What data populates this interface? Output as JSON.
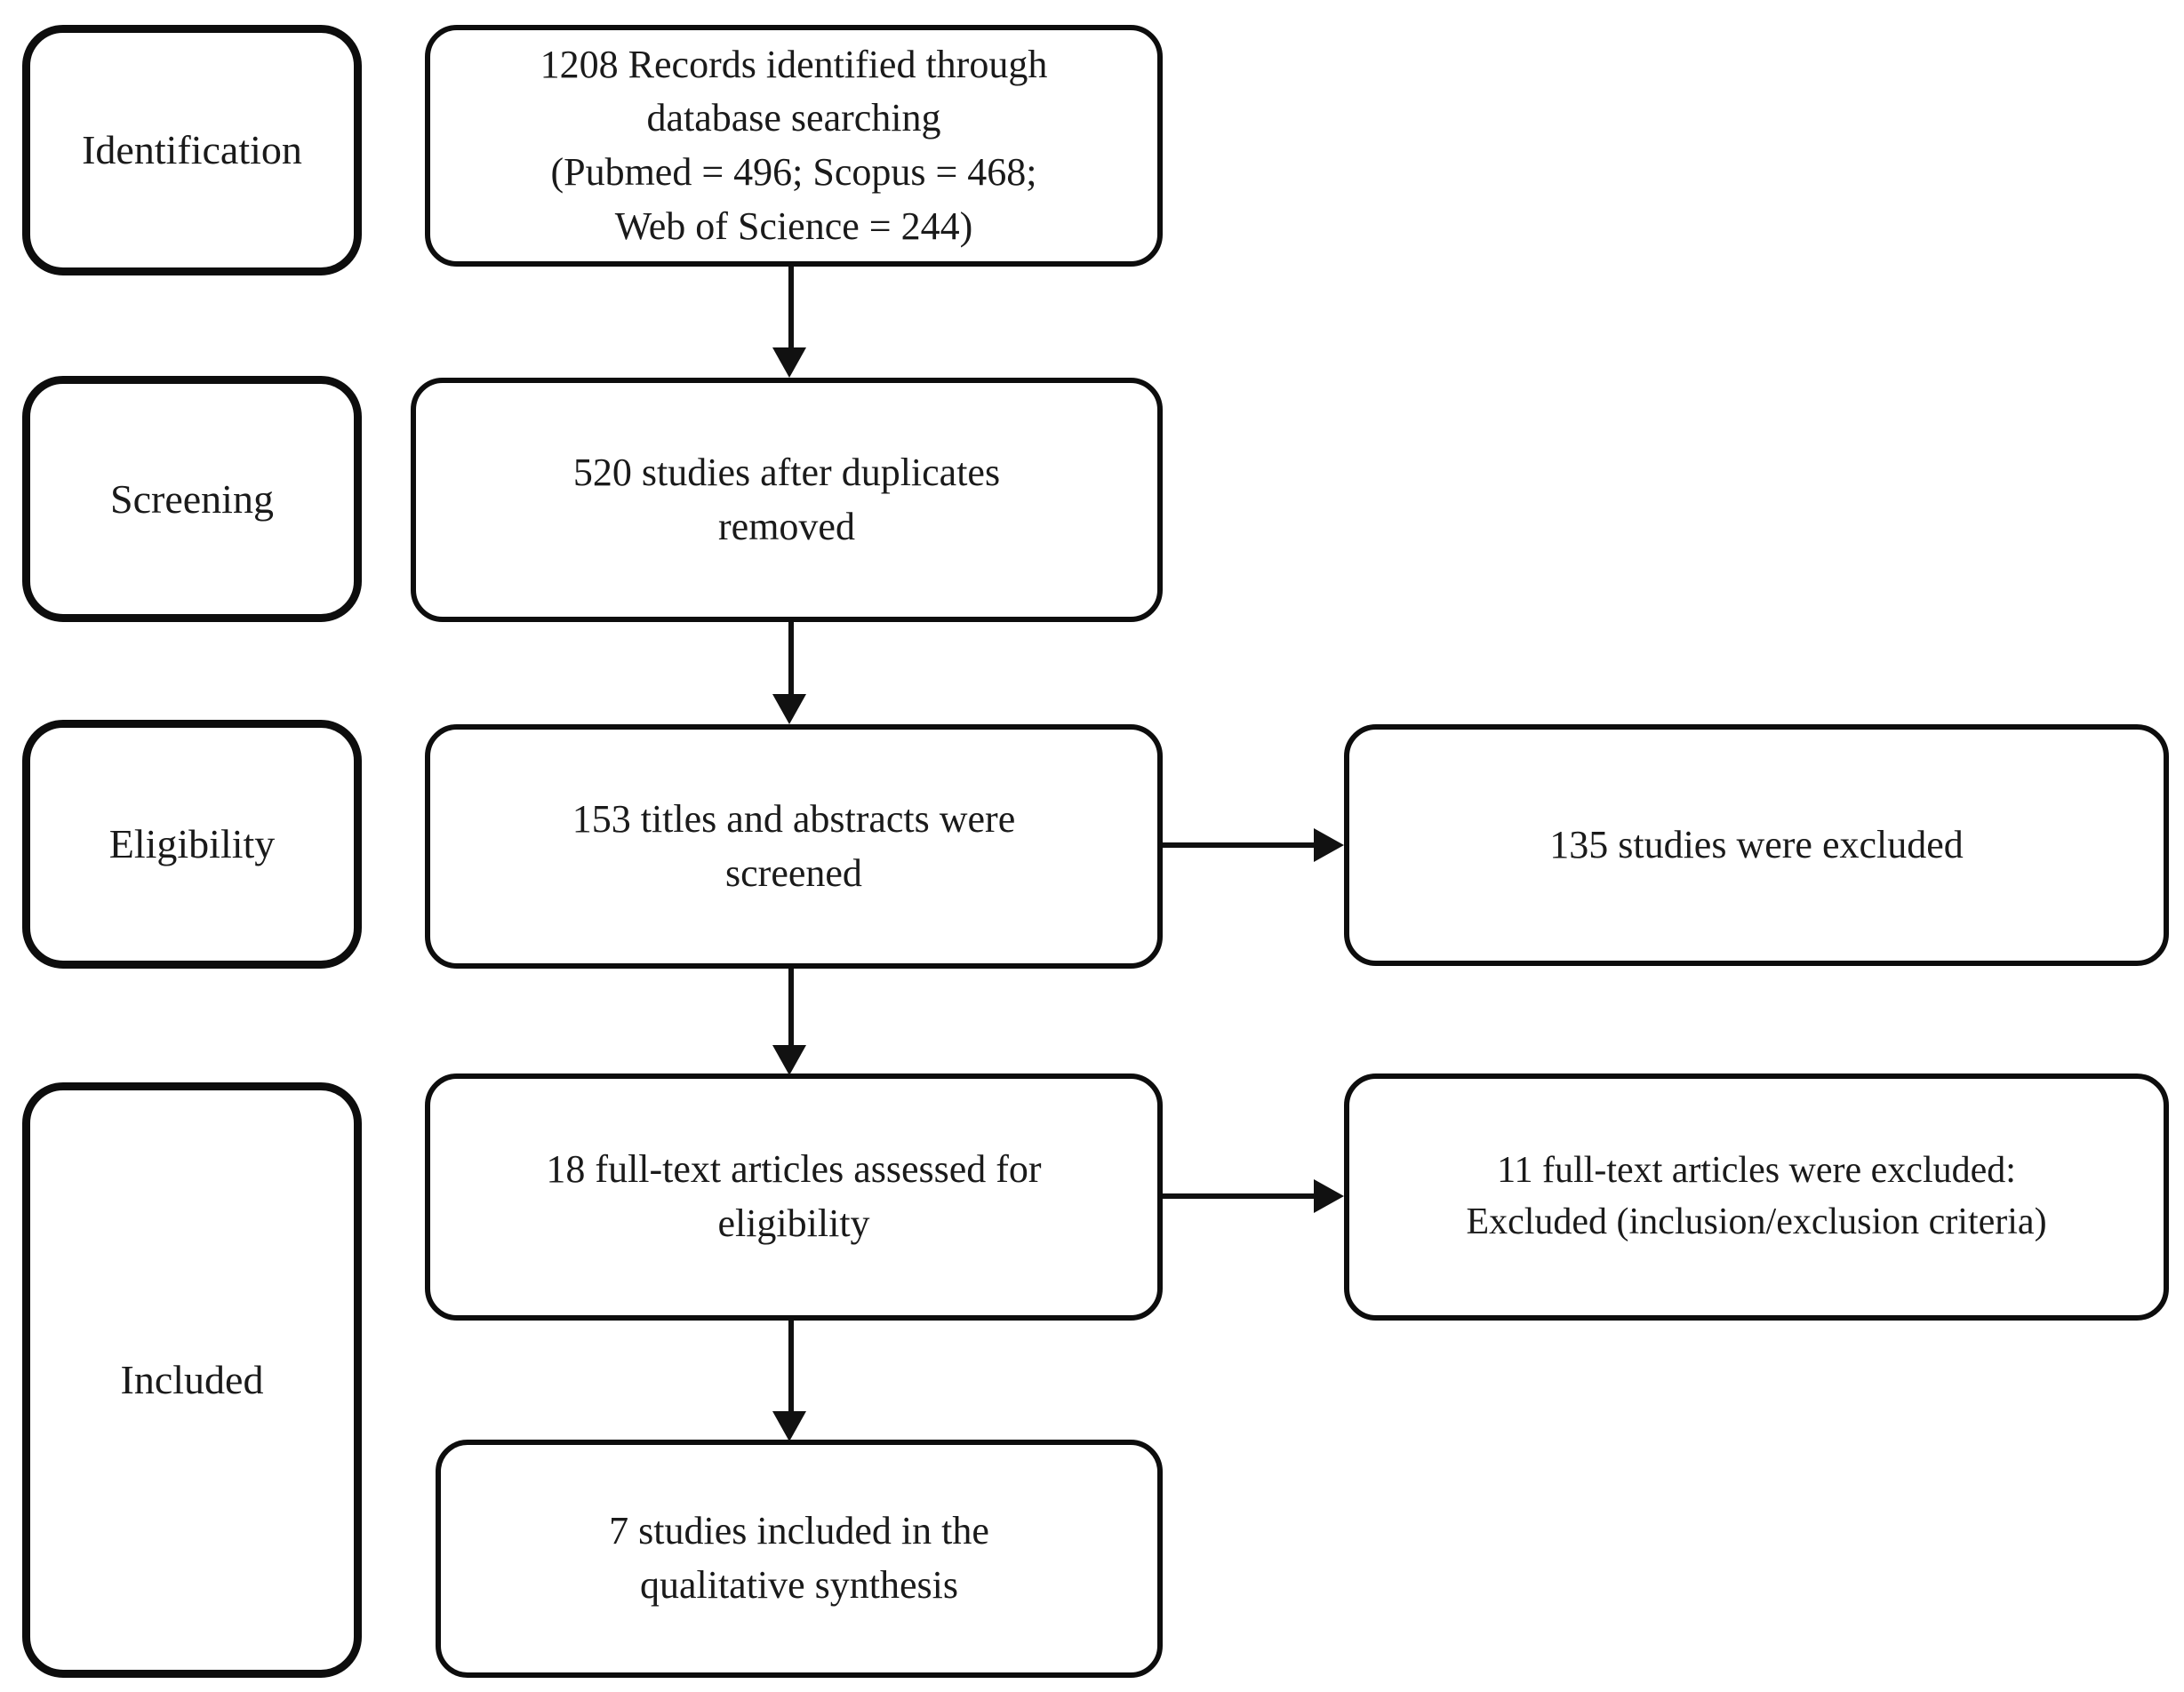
{
  "diagram": {
    "type": "prisma-flow-diagram",
    "stages": [
      {
        "id": "identification",
        "label": "Identification"
      },
      {
        "id": "screening",
        "label": "Screening"
      },
      {
        "id": "eligibility",
        "label": "Eligibility"
      },
      {
        "id": "included",
        "label": "Included"
      }
    ],
    "flow_boxes": [
      {
        "id": "records-identified",
        "text": "1208 Records identified through\ndatabase searching\n(Pubmed = 496; Scopus = 468;\nWeb of Science = 244)",
        "count": 1208,
        "sources": [
          {
            "name": "Pubmed",
            "count": 496
          },
          {
            "name": "Scopus",
            "count": 468
          },
          {
            "name": "Web of Science",
            "count": 244
          }
        ]
      },
      {
        "id": "duplicates-removed",
        "text": "520 studies after duplicates\nremoved",
        "count": 520
      },
      {
        "id": "titles-abstracts-screened",
        "text": "153 titles and abstracts were\nscreened",
        "count": 153
      },
      {
        "id": "studies-excluded",
        "text": "135 studies were excluded",
        "count": 135
      },
      {
        "id": "fulltext-assessed",
        "text": "18 full-text articles assessed for\neligibility",
        "count": 18
      },
      {
        "id": "fulltext-excluded",
        "text": "11 full-text articles were excluded:\nExcluded (inclusion/exclusion criteria)",
        "count": 11
      },
      {
        "id": "studies-included",
        "text": "7 studies included in the\nqualitative synthesis",
        "count": 7
      }
    ],
    "colors": {
      "border": "#0d0d0d",
      "text": "#1a1a1a",
      "background": "#ffffff",
      "connector": "#111111"
    }
  }
}
